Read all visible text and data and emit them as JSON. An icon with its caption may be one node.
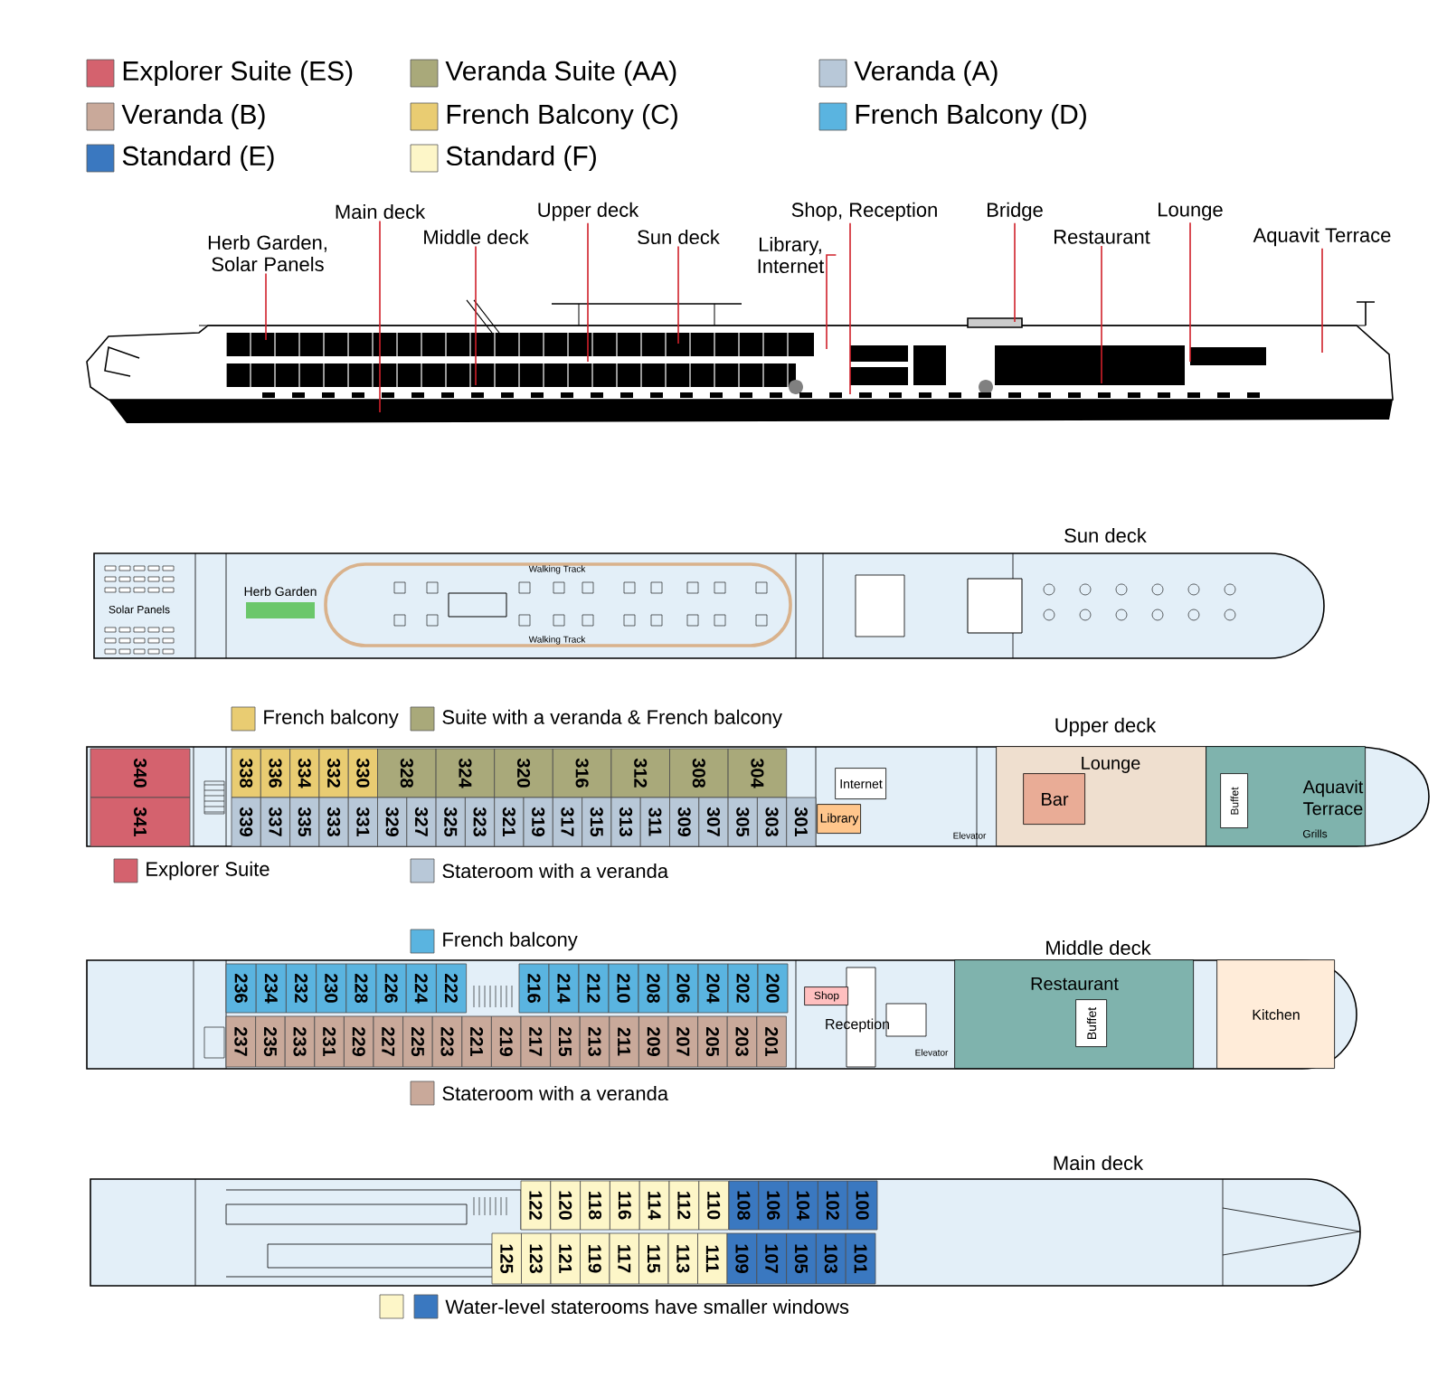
{
  "diagram": {
    "nodes": [
      {
        "text": [
          "Herb Garden, Solar Panels"
        ]
      },
      {
        "text": [
          "Main deck"
        ]
      },
      {
        "text": [
          "Middle deck"
        ]
      },
      {
        "text": [
          "Upper deck"
        ]
      },
      {
        "text": [
          "Sun deck"
        ]
      },
      {
        "text": [
          "Library, Internet"
        ]
      },
      {
        "text": [
          "Shop, Reception"
        ]
      },
      {
        "text": [
          "Bridge"
        ]
      },
      {
        "text": [
          "Restaurant"
        ]
      },
      {
        "text": [
          "Lounge"
        ]
      },
      {
        "text": [
          "Aquavit Terrace"
        ]
      },
      {
        "text": [
          "Sun deck"
        ]
      },
      {
        "text": [
          "Upper deck"
        ]
      },
      {
        "text": [
          "340"
        ],
        "in": 12
      },
      {
        "text": [
          "341"
        ],
        "in": 12
      },
      {
        "text": [
          "338"
        ],
        "in": 12
      },
      {
        "text": [
          "336"
        ],
        "in": 12
      },
      {
        "text": [
          "334"
        ],
        "in": 12
      },
      {
        "text": [
          "332"
        ],
        "in": 12
      },
      {
        "text": [
          "330"
        ],
        "in": 12
      },
      {
        "text": [
          "328"
        ],
        "in": 12
      },
      {
        "text": [
          "324"
        ],
        "in": 12
      },
      {
        "text": [
          "320"
        ],
        "in": 12
      },
      {
        "text": [
          "316"
        ],
        "in": 12
      },
      {
        "text": [
          "312"
        ],
        "in": 12
      },
      {
        "text": [
          "308"
        ],
        "in": 12
      },
      {
        "text": [
          "304"
        ],
        "in": 12
      },
      {
        "text": [
          "339"
        ],
        "in": 12
      },
      {
        "text": [
          "337"
        ],
        "in": 12
      },
      {
        "text": [
          "335"
        ],
        "in": 12
      },
      {
        "text": [
          "333"
        ],
        "in": 12
      },
      {
        "text": [
          "331"
        ],
        "in": 12
      },
      {
        "text": [
          "329"
        ],
        "in": 12
      },
      {
        "text": [
          "327"
        ],
        "in": 12
      },
      {
        "text": [
          "325"
        ],
        "in": 12
      },
      {
        "text": [
          "323"
        ],
        "in": 12
      },
      {
        "text": [
          "321"
        ],
        "in": 12
      },
      {
        "text": [
          "319"
        ],
        "in": 12
      },
      {
        "text": [
          "317"
        ],
        "in": 12
      },
      {
        "text": [
          "315"
        ],
        "in": 12
      },
      {
        "text": [
          "313"
        ],
        "in": 12
      },
      {
        "text": [
          "311"
        ],
        "in": 12
      },
      {
        "text": [
          "309"
        ],
        "in": 12
      },
      {
        "text": [
          "307"
        ],
        "in": 12
      },
      {
        "text": [
          "305"
        ],
        "in": 12
      },
      {
        "text": [
          "303"
        ],
        "in": 12
      },
      {
        "text": [
          "301"
        ],
        "in": 12
      },
      {
        "text": [
          "Internet"
        ],
        "in": 12
      },
      {
        "text": [
          "Library"
        ],
        "in": 12
      },
      {
        "text": [
          "Lounge"
        ],
        "in": 12
      },
      {
        "text": [
          "Bar"
        ],
        "in": 49
      },
      {
        "text": [
          "Aquavit Terrace"
        ],
        "in": 12
      },
      {
        "text": [
          "Buffet"
        ],
        "in": 51
      },
      {
        "text": [
          "Middle deck"
        ]
      },
      {
        "text": [
          "236"
        ],
        "in": 53
      },
      {
        "text": [
          "234"
        ],
        "in": 53
      },
      {
        "text": [
          "232"
        ],
        "in": 53
      },
      {
        "text": [
          "230"
        ],
        "in": 53
      },
      {
        "text": [
          "228"
        ],
        "in": 53
      },
      {
        "text": [
          "226"
        ],
        "in": 53
      },
      {
        "text": [
          "224"
        ],
        "in": 53
      },
      {
        "text": [
          "222"
        ],
        "in": 53
      },
      {
        "text": [
          "216"
        ],
        "in": 53
      },
      {
        "text": [
          "214"
        ],
        "in": 53
      },
      {
        "text": [
          "212"
        ],
        "in": 53
      },
      {
        "text": [
          "210"
        ],
        "in": 53
      },
      {
        "text": [
          "208"
        ],
        "in": 53
      },
      {
        "text": [
          "206"
        ],
        "in": 53
      },
      {
        "text": [
          "204"
        ],
        "in": 53
      },
      {
        "text": [
          "202"
        ],
        "in": 53
      },
      {
        "text": [
          "200"
        ],
        "in": 53
      },
      {
        "text": [
          "237"
        ],
        "in": 53
      },
      {
        "text": [
          "235"
        ],
        "in": 53
      },
      {
        "text": [
          "233"
        ],
        "in": 53
      },
      {
        "text": [
          "231"
        ],
        "in": 53
      },
      {
        "text": [
          "229"
        ],
        "in": 53
      },
      {
        "text": [
          "227"
        ],
        "in": 53
      },
      {
        "text": [
          "225"
        ],
        "in": 53
      },
      {
        "text": [
          "223"
        ],
        "in": 53
      },
      {
        "text": [
          "221"
        ],
        "in": 53
      },
      {
        "text": [
          "219"
        ],
        "in": 53
      },
      {
        "text": [
          "217"
        ],
        "in": 53
      },
      {
        "text": [
          "215"
        ],
        "in": 53
      },
      {
        "text": [
          "213"
        ],
        "in": 53
      },
      {
        "text": [
          "211"
        ],
        "in": 53
      },
      {
        "text": [
          "209"
        ],
        "in": 53
      },
      {
        "text": [
          "207"
        ],
        "in": 53
      },
      {
        "text": [
          "205"
        ],
        "in": 53
      },
      {
        "text": [
          "203"
        ],
        "in": 53
      },
      {
        "text": [
          "201"
        ],
        "in": 53
      },
      {
        "text": [
          "Shop"
        ],
        "in": 53
      },
      {
        "text": [
          "Restaurant"
        ],
        "in": 53
      },
      {
        "text": [
          "Buffet"
        ],
        "in": 91
      },
      {
        "text": [
          "Kitchen"
        ],
        "in": 53
      },
      {
        "text": [
          "Main deck"
        ]
      },
      {
        "text": [
          "122"
        ],
        "in": 94
      },
      {
        "text": [
          "120"
        ],
        "in": 94
      },
      {
        "text": [
          "118"
        ],
        "in": 94
      },
      {
        "text": [
          "116"
        ],
        "in": 94
      },
      {
        "text": [
          "114"
        ],
        "in": 94
      },
      {
        "text": [
          "112"
        ],
        "in": 94
      },
      {
        "text": [
          "110"
        ],
        "in": 94
      },
      {
        "text": [
          "108"
        ],
        "in": 94
      },
      {
        "text": [
          "106"
        ],
        "in": 94
      },
      {
        "text": [
          "104"
        ],
        "in": 94
      },
      {
        "text": [
          "102"
        ],
        "in": 94
      },
      {
        "text": [
          "100"
        ],
        "in": 94
      },
      {
        "text": [
          "125"
        ],
        "in": 94
      },
      {
        "text": [
          "123"
        ],
        "in": 94
      },
      {
        "text": [
          "121"
        ],
        "in": 94
      },
      {
        "text": [
          "119"
        ],
        "in": 94
      },
      {
        "text": [
          "117"
        ],
        "in": 94
      },
      {
        "text": [
          "115"
        ],
        "in": 94
      },
      {
        "text": [
          "113"
        ],
        "in": 94
      },
      {
        "text": [
          "111"
        ],
        "in": 94
      },
      {
        "text": [
          "109"
        ],
        "in": 94
      },
      {
        "text": [
          "107"
        ],
        "in": 94
      },
      {
        "text": [
          "105"
        ],
        "in": 94
      },
      {
        "text": [
          "103"
        ],
        "in": 94
      },
      {
        "text": [
          "101"
        ],
        "in": 94
      }
    ],
    "edges": [
      {
        "from": 0,
        "to": null,
        "arrow": "none"
      },
      {
        "from": 1,
        "to": null,
        "arrow": "none"
      },
      {
        "from": 2,
        "to": null,
        "arrow": "none"
      },
      {
        "from": 3,
        "to": null,
        "arrow": "none"
      },
      {
        "from": 4,
        "to": null,
        "arrow": "none"
      },
      {
        "from": 5,
        "to": null,
        "arrow": "none"
      },
      {
        "from": 6,
        "to": null,
        "arrow": "none"
      },
      {
        "from": 7,
        "to": null,
        "arrow": "none"
      },
      {
        "from": 8,
        "to": null,
        "arrow": "none"
      },
      {
        "from": 9,
        "to": null,
        "arrow": "none"
      },
      {
        "from": 10,
        "to": null,
        "arrow": "none"
      }
    ],
    "labels": [
      "Solar Panels",
      "Herb Garden",
      "Walking Track",
      "Walking Track",
      "Elevator",
      "Grills",
      "Reception",
      "Elevator"
    ],
    "legend": [
      {
        "text": "Explorer Suite (ES)",
        "color": "#d4626e"
      },
      {
        "text": "Veranda Suite (AA)",
        "color": "#a9a97a"
      },
      {
        "text": "Veranda (A)",
        "color": "#b8c8d8"
      },
      {
        "text": "Veranda (B)",
        "color": "#c9a99a"
      },
      {
        "text": "French Balcony (C)",
        "color": "#e9cc72"
      },
      {
        "text": "French Balcony (D)",
        "color": "#5ab4e0"
      },
      {
        "text": "Standard (E)",
        "color": "#3a78c0"
      },
      {
        "text": "Standard (F)",
        "color": "#fdf6c8"
      },
      {
        "text": "French balcony",
        "color": "#e9cc72"
      },
      {
        "text": "Suite with a veranda & French balcony",
        "color": "#a9a97a"
      },
      {
        "text": "Explorer Suite",
        "color": "#d4626e"
      },
      {
        "text": "Stateroom with a veranda",
        "color": "#b8c8d8"
      },
      {
        "text": "French balcony",
        "color": "#5ab4e0"
      },
      {
        "text": "Stateroom with a veranda",
        "color": "#c9a99a"
      },
      {
        "text": "Water-level staterooms have smaller windows"
      }
    ]
  }
}
